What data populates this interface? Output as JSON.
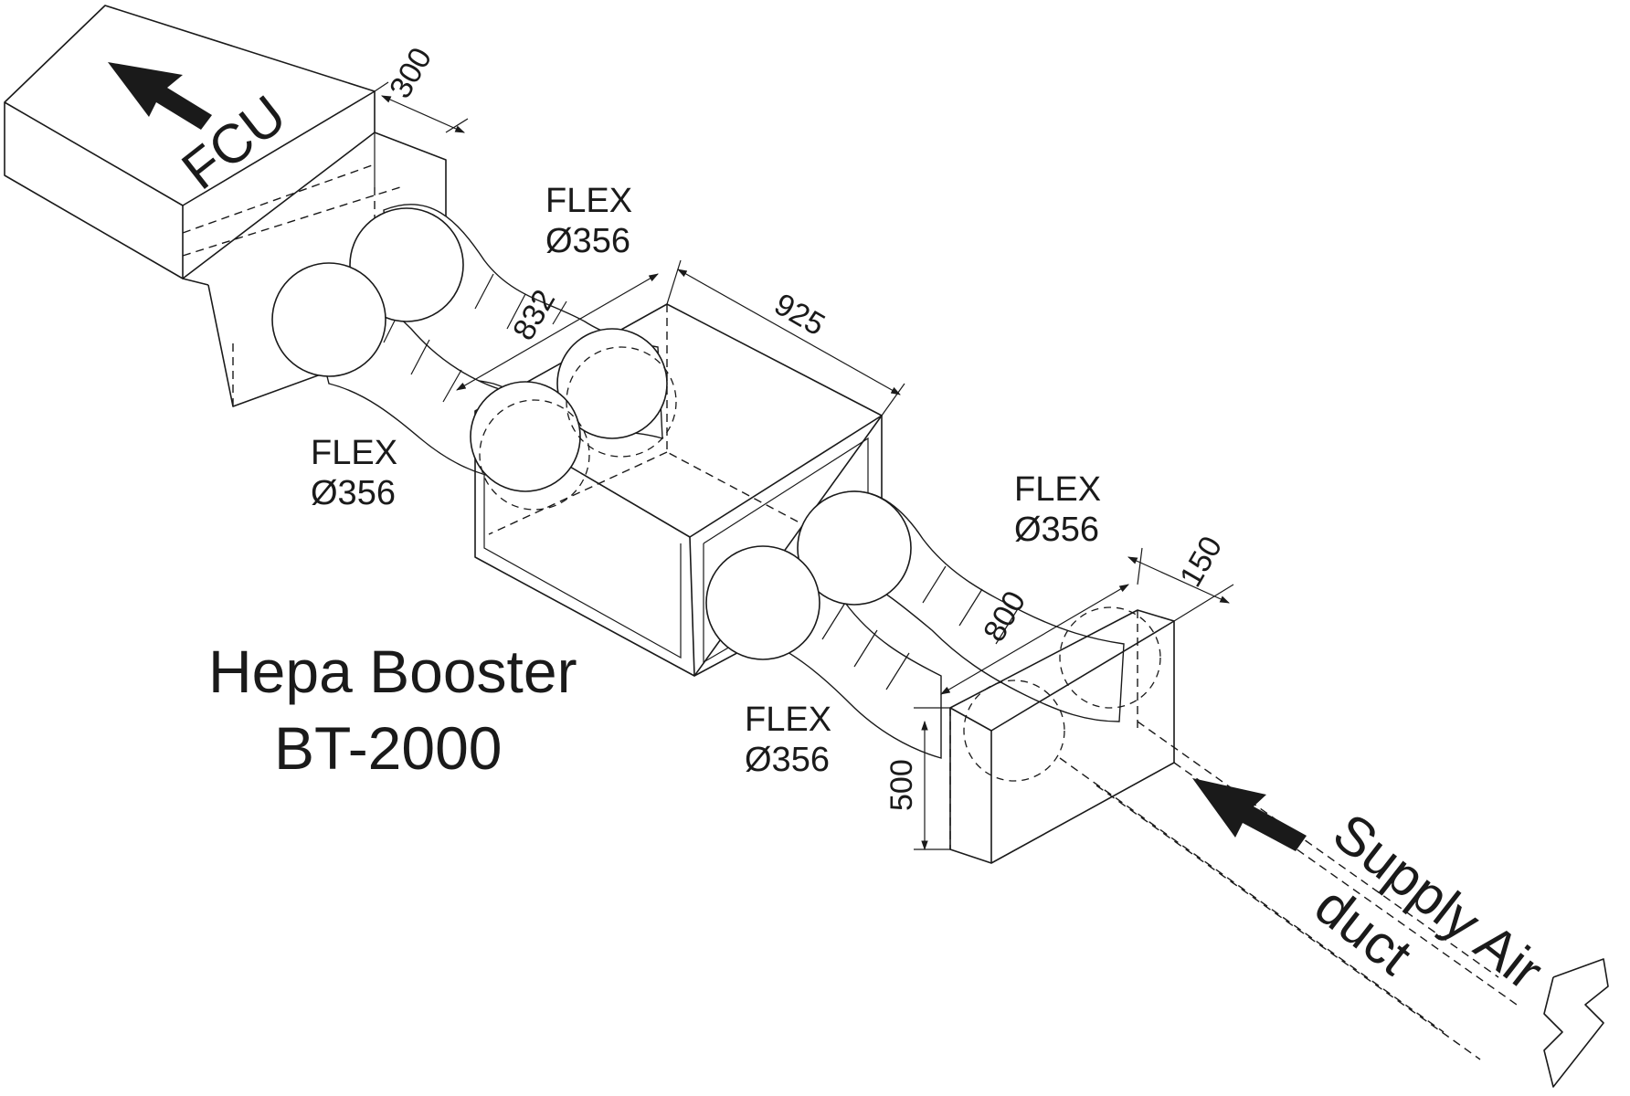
{
  "diagram": {
    "fcu_label": "FCU",
    "flex_labels": [
      {
        "line1": "FLEX",
        "line2": "Ø356"
      },
      {
        "line1": "FLEX",
        "line2": "Ø356"
      },
      {
        "line1": "FLEX",
        "line2": "Ø356"
      },
      {
        "line1": "FLEX",
        "line2": "Ø356"
      }
    ],
    "dimensions": {
      "fcu_plenum_depth": "300",
      "upper_plenum_width": "832",
      "booster_length": "925",
      "lower_plenum_width": "800",
      "lower_plenum_depth": "150",
      "lower_plenum_height": "500"
    },
    "title_line1": "Hepa Booster",
    "title_line2": "BT-2000",
    "supply_line1": "Supply Air",
    "supply_line2": "duct"
  }
}
